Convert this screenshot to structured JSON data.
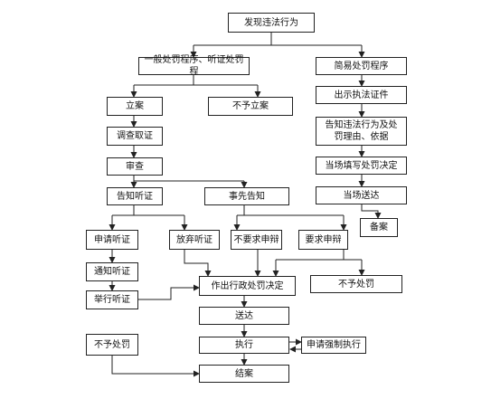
{
  "diagram": {
    "title": "发现违法行为",
    "nodes": {
      "general": "一般处罚程序、听证处罚程",
      "simple": "简易处罚程序",
      "show_id": "出示执法证件",
      "inform_violation": "告知违法行为及处\n罚理由、依据",
      "fill_decision": "当场填写处罚决定",
      "deliver_onsite": "当场送达",
      "file_record": "备案",
      "file_case": "立案",
      "no_file": "不予立案",
      "investigate": "调查取证",
      "review": "审查",
      "notify_hearing": "告知听证",
      "prior_notice": "事先告知",
      "apply_hearing": "申请听证",
      "waive_hearing": "放弃听证",
      "no_defense": "不要求申辩",
      "request_defense": "要求申辩",
      "notice_hearing": "通知听证",
      "hold_hearing": "举行听证",
      "make_decision": "作出行政处罚决定",
      "no_penalty_right": "不予处罚",
      "deliver": "送达",
      "no_penalty_left": "不予处罚",
      "execute": "执行",
      "enforce": "申请强制执行",
      "close_case": "结案"
    }
  }
}
